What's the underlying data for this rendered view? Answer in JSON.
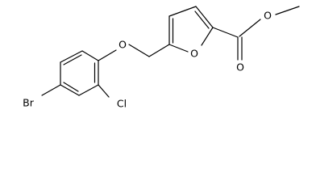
{
  "molecule": {
    "atoms": {
      "bromine": "Br",
      "chlorine": "Cl",
      "ether_oxygen": "O",
      "furan_oxygen": "O",
      "carbonyl_oxygen": "O",
      "ester_oxygen": "O"
    },
    "colors": {
      "bond": "#000000",
      "background": "#ffffff"
    }
  }
}
